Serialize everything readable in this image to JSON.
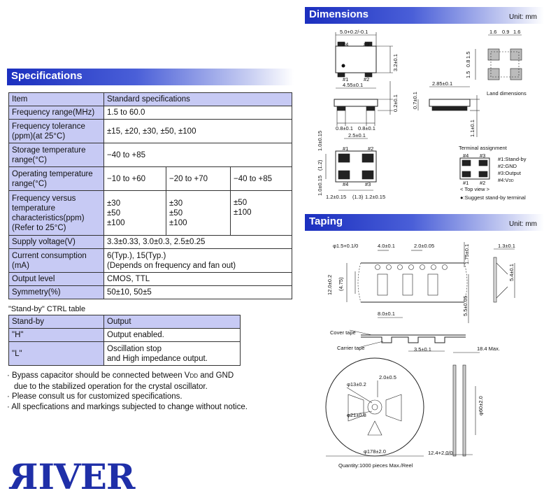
{
  "specifications": {
    "title": "Specifications",
    "header": {
      "item": "Item",
      "standard": "Standard specifications"
    },
    "rows": {
      "freq_range": {
        "label": "Frequency range(MHz)",
        "value": "1.5 to 60.0"
      },
      "freq_tol": {
        "label1": "Frequency tolerance",
        "label2": "(ppm)(at 25°C)",
        "value": "±15, ±20, ±30, ±50, ±100"
      },
      "storage": {
        "label1": "Storage temperature",
        "label2": "range(°C)",
        "value": "−40 to +85"
      },
      "operating": {
        "label1": "Operating temperature",
        "label2": "range(°C)",
        "v1": "−10 to +60",
        "v2": "−20 to +70",
        "v3": "−40 to +85"
      },
      "freq_vs_temp": {
        "label1": "Frequency versus",
        "label2": "temperature",
        "label3": "characteristics(ppm)",
        "label4": "(Refer to 25°C)",
        "c1": [
          "±30",
          "±50",
          "±100"
        ],
        "c2": [
          "±30",
          "±50",
          "±100"
        ],
        "c3": [
          "±50",
          "±100"
        ]
      },
      "supply": {
        "label": "Supply voltage(V)",
        "value": "3.3±0.33, 3.0±0.3, 2.5±0.25"
      },
      "current": {
        "label1": "Current consumption",
        "label2": "(mA)",
        "value1": "6(Typ.), 15(Typ.)",
        "value2": "(Depends on frequency and fan out)"
      },
      "output": {
        "label": "Output level",
        "value": "CMOS, TTL"
      },
      "symmetry": {
        "label": "Symmetry(%)",
        "value": "50±10, 50±5"
      }
    }
  },
  "standby": {
    "caption": "\"Stand-by\" CTRL table",
    "header": {
      "c1": "Stand-by",
      "c2": "Output"
    },
    "h": {
      "key": "\"H\"",
      "value": "Output enabled."
    },
    "l": {
      "key": "\"L\"",
      "value1": "Oscillation stop",
      "value2": "and High impedance output."
    }
  },
  "notes": {
    "n1a": "· Bypass capacitor should be connected between V",
    "n1sub": "DD",
    "n1b": " and GND",
    "n1c": "due to the stabilized operation for the crystal oscillator.",
    "n2": "· Please consult us for customized specifications.",
    "n3": "· All specfications and markings subjected to change without notice."
  },
  "logo": "RIVER",
  "dimensions": {
    "title": "Dimensions",
    "unit": "Unit: mm",
    "labels": {
      "w": "5.0+0.2/-0.1",
      "h": "3.2±0.1",
      "p1": "#1",
      "p2": "#2",
      "p3": "#3",
      "p4": "#4",
      "side_w": "4.55±0.1",
      "side_h": "0.2±0.1",
      "pad_w": "0.8±0.1",
      "pad_w2": "0.8±0.1",
      "end_w": "2.85±0.1",
      "end_h": "0.7±0.1",
      "total_h": "1.1±0.1",
      "bot_pitch": "2.5±0.1",
      "bot_h1": "1.0±0.15",
      "bot_mid": "(1.2)",
      "bot_h2": "1.0±0.15",
      "bot_w": "1.2±0.15",
      "bot_mid_w": "(1.3)",
      "bot_w2": "1.2±0.15",
      "land_a": "1.6",
      "land_b": "0.9",
      "land_c": "1.6",
      "land_d": "1.5",
      "land_e": "0.8",
      "land_f": "1.5",
      "land_caption": "Land dimensions",
      "term_title": "Terminal assignment",
      "t1": "#1:Stand-by",
      "t2": "#2:GND",
      "t3": "#3:Output",
      "t4": "#4:V",
      "t4sub": "DD",
      "top_view": "< Top view >",
      "suggest": "●:Suggest stand-by terminal"
    }
  },
  "taping": {
    "title": "Taping",
    "unit": "Unit: mm",
    "labels": {
      "hole": "φ1.5+0.1/0",
      "pitch4": "4.0±0.1",
      "pitch2": "2.0±0.05",
      "edge": "1.75±0.1",
      "thick": "1.3±0.1",
      "width": "12.0±0.2",
      "inner": "(4.75)",
      "cavity": "5.4±0.1",
      "row": "5.5±0.05",
      "pitch8": "8.0±0.1",
      "cover": "Cover tape",
      "carrier": "Carrier tape",
      "depth": "3.5±0.1",
      "reel_w": "18.4 Max.",
      "hub": "φ13±0.2",
      "slot": "2.0±0.5",
      "bore": "φ21±0.8",
      "hubd": "φ60±2.0",
      "dia": "φ178±2.0",
      "inner_w": "12.4+2.0/0",
      "qty": "Quantity:1000 pieces Max./Reel"
    }
  }
}
